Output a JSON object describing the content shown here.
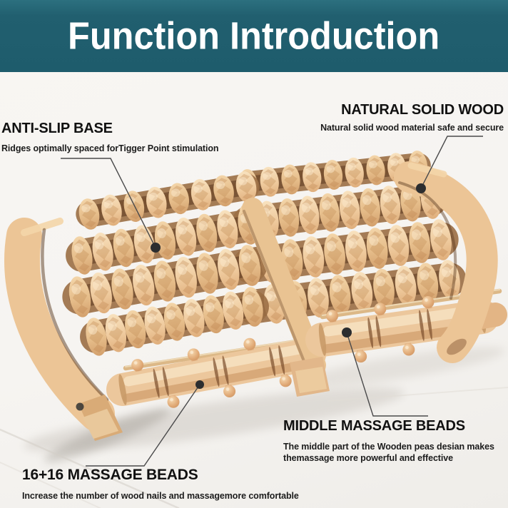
{
  "banner": {
    "title": "Function Introduction",
    "background_color": "#1e5c6c",
    "text_color": "#ffffff"
  },
  "callouts": [
    {
      "id": "anti-slip-base",
      "title": "ANTI-SLIP BASE",
      "description": "Ridges optimally spaced forTigger Point stimulation",
      "align": "left"
    },
    {
      "id": "natural-solid-wood",
      "title": "NATURAL SOLID WOOD",
      "description": "Natural solid wood material safe and secure",
      "align": "right"
    },
    {
      "id": "middle-massage-beads",
      "title": "MIDDLE MASSAGE BEADS",
      "description_line1": "The middle part of the Wooden peas desian makes",
      "description_line2": "themassage more powerful and effective",
      "align": "left"
    },
    {
      "id": "16-16-massage-beads",
      "title": "16+16 MASSAGE BEADS",
      "description": "Increase the number of wood nails and massagemore comfortable",
      "align": "left"
    }
  ],
  "product": {
    "name": "wooden dual foot massage roller",
    "features": [
      "ridged rollers",
      "middle massage beads",
      "16+16 massage beads",
      "anti-slip base",
      "natural solid wood frame"
    ]
  },
  "colors": {
    "background": "#f6f4f1",
    "banner_teal": "#1e5c6c",
    "text_black": "#111111",
    "connector_gray": "#4a4a4b",
    "dot_dark": "#2c2d2f",
    "wood_light": "#f6dcb6",
    "wood_mid": "#e9c291",
    "wood_dark": "#d2a06e",
    "wood_crevice": "#5f3c22",
    "frame_wood": "#ecc596",
    "bead_wood": "#e2ab77"
  }
}
